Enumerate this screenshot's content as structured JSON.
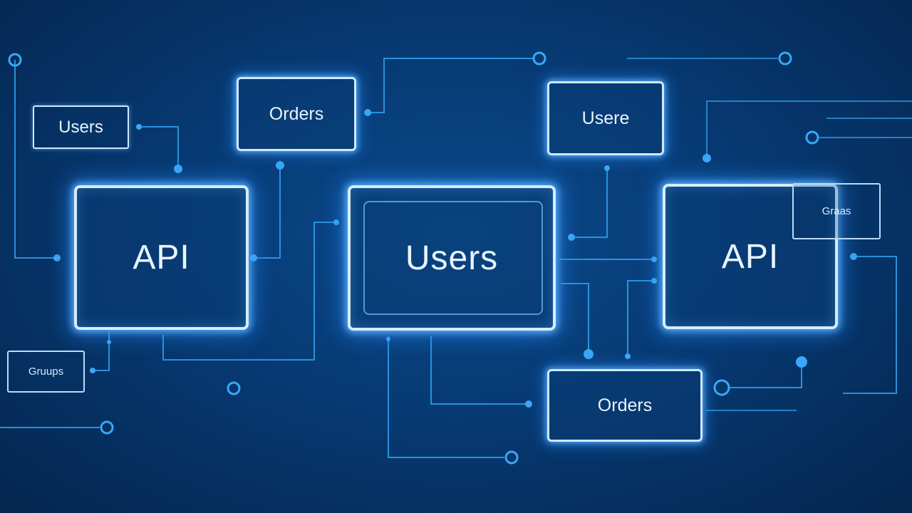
{
  "nodes": {
    "users_top_left": "Users",
    "orders_top": "Orders",
    "users_top_right": "Usere",
    "api_left": "API",
    "users_center": "Users",
    "api_right": "API",
    "api_right_overlay": "Graas",
    "groups_small": "Gruups",
    "orders_bottom": "Orders"
  },
  "colors": {
    "background": "#073a73",
    "wire": "#2e9be8",
    "node_border": "#d6ecff",
    "glow": "#5fb4ff"
  }
}
